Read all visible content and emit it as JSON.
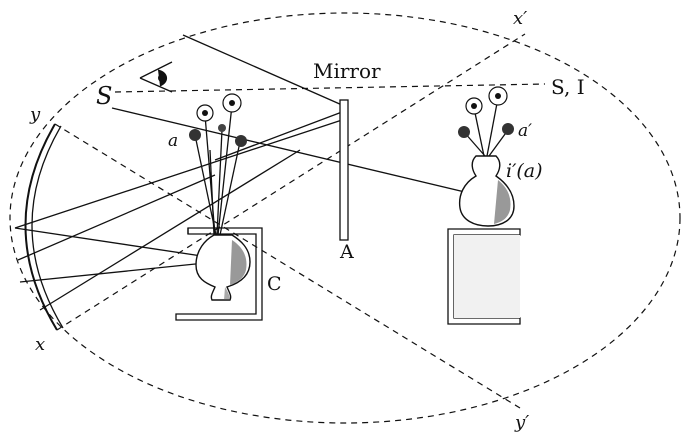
{
  "labels": {
    "mirror": "Mirror",
    "si": "S, I",
    "s_symbol": "S",
    "a_obj": "a",
    "a_img": "a′",
    "i_a": "i′(a)",
    "mirror_base": "A",
    "stand_c": "C",
    "x": "x",
    "x_prime": "x′",
    "y": "y",
    "y_prime": "y′"
  },
  "icons": {
    "eye": "eye-icon",
    "vase_real": "vase-icon",
    "vase_image": "vase-image-icon",
    "flowers": "flower-icon"
  }
}
